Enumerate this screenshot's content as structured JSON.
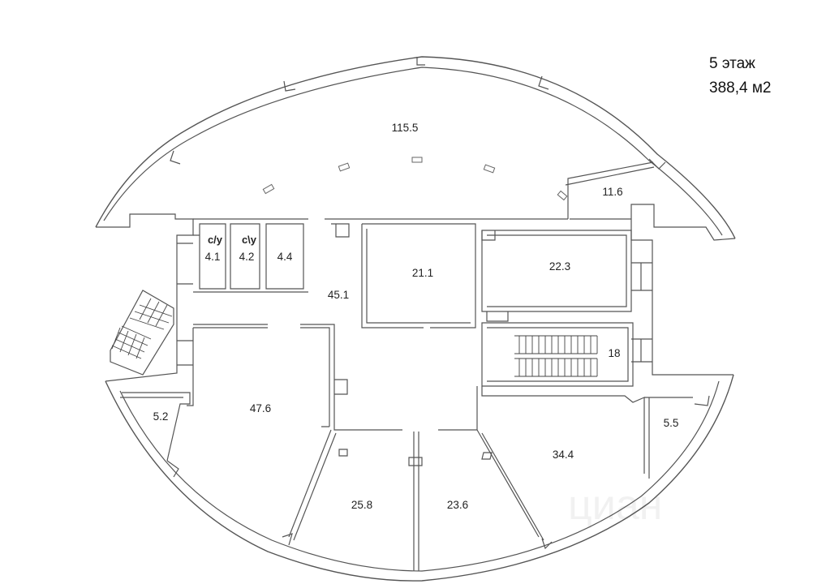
{
  "floor": {
    "name": "5 этаж",
    "area": "388,4 м2"
  },
  "rooms": [
    {
      "id": "hall-north",
      "label": "115.5"
    },
    {
      "id": "office-ne",
      "label": "11.6"
    },
    {
      "id": "wc-1",
      "type": "с/у",
      "label": "4.1"
    },
    {
      "id": "wc-2",
      "type": "с\\у",
      "label": "4.2"
    },
    {
      "id": "storage",
      "label": "4.4"
    },
    {
      "id": "corridor",
      "label": "45.1"
    },
    {
      "id": "room-center",
      "label": "21.1"
    },
    {
      "id": "room-east",
      "label": "22.3"
    },
    {
      "id": "stair-east",
      "label": "18"
    },
    {
      "id": "room-west",
      "label": "47.6"
    },
    {
      "id": "room-sw",
      "label": "5.2"
    },
    {
      "id": "room-south-left",
      "label": "25.8"
    },
    {
      "id": "room-south-right",
      "label": "23.6"
    },
    {
      "id": "room-se",
      "label": "34.4"
    },
    {
      "id": "room-se-small",
      "label": "5.5"
    }
  ],
  "watermark": {
    "text": "циан"
  }
}
